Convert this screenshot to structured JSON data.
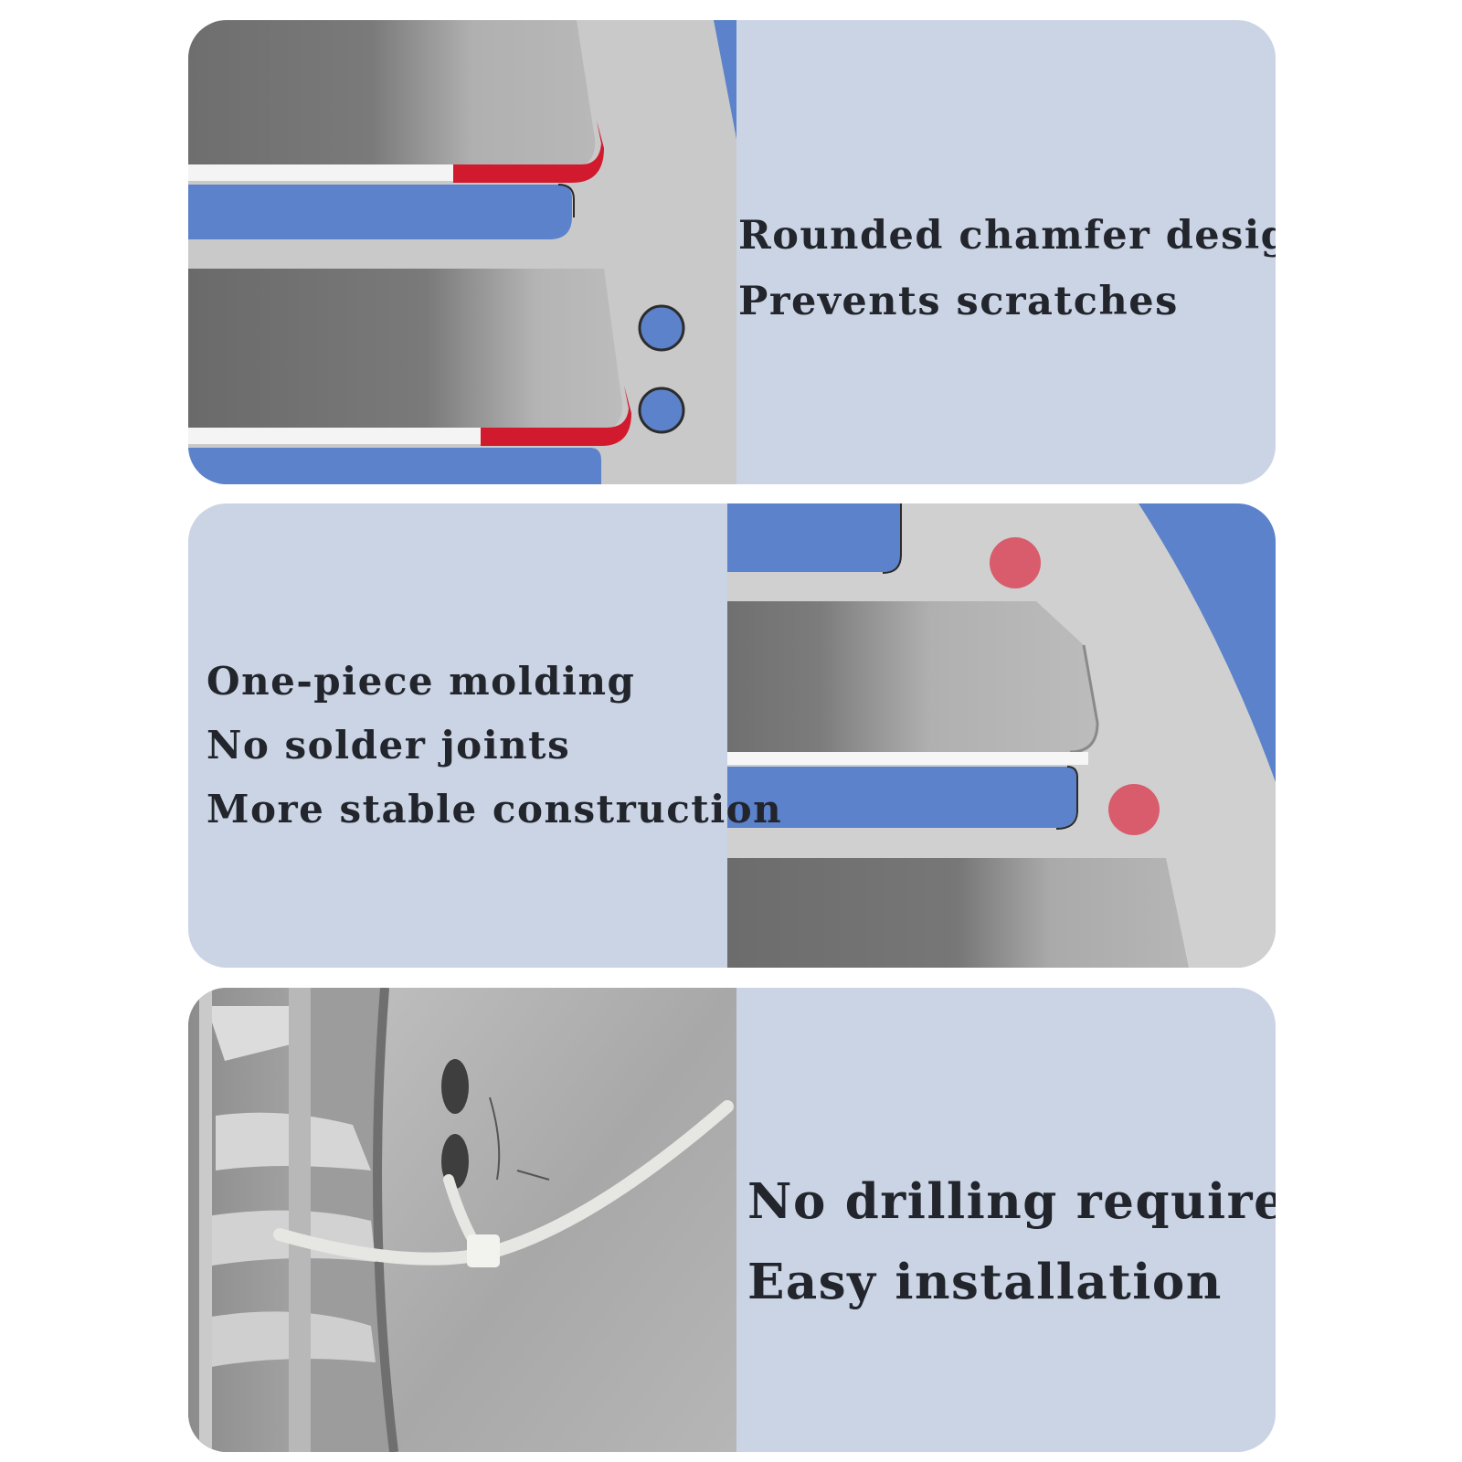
{
  "colors": {
    "panel_bg": "#cbd4e4",
    "accent_blue": "#5b82cb",
    "accent_red": "#d11a2e",
    "dot_red": "#d85c6c",
    "metal": "#c4c4c4",
    "text": "#22252c"
  },
  "panels": [
    {
      "lines": [
        "Rounded chamfer design",
        "Prevents scratches"
      ],
      "illustration": "chamfer-closeup"
    },
    {
      "lines": [
        "One-piece molding",
        "No solder joints",
        "More stable construction"
      ],
      "illustration": "molding-closeup"
    },
    {
      "lines": [
        "No drilling required",
        "Easy installation"
      ],
      "illustration": "cable-tie-installation-photo"
    }
  ]
}
